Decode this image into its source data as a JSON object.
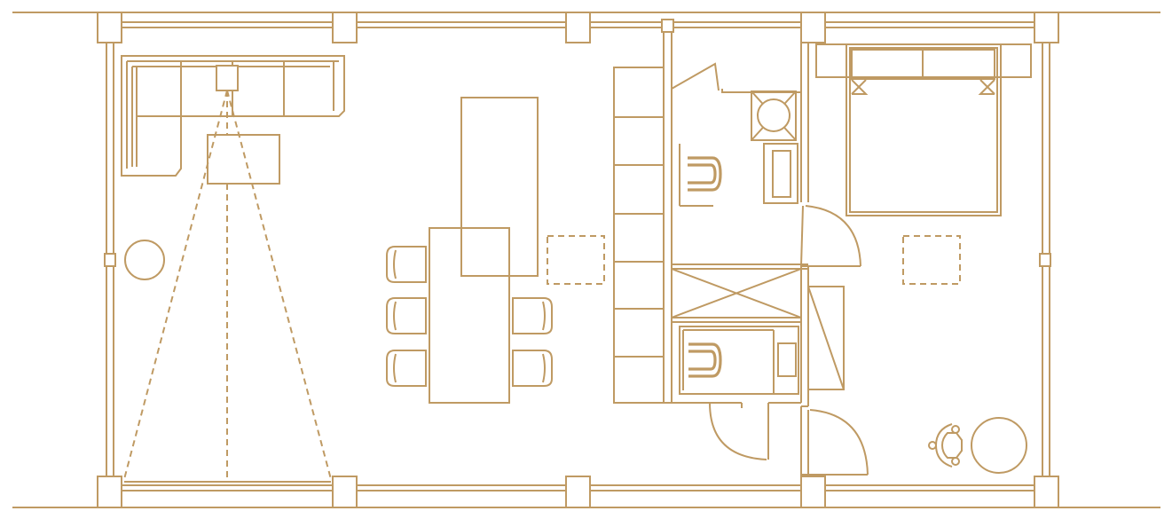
{
  "plan": {
    "stroke_color": "#bf9a63",
    "background": "#ffffff",
    "zones": [
      {
        "name": "living-area",
        "items": [
          "sofa-icon",
          "coffee-table-icon",
          "round-side-table-icon",
          "tv-projection-icon"
        ]
      },
      {
        "name": "dining-kitchen",
        "items": [
          "kitchen-island-icon",
          "dining-table-icon",
          "dining-chair-icon"
        ]
      },
      {
        "name": "service-core",
        "items": [
          "staircase-icon",
          "toilet-icon",
          "washbasin-icon",
          "shower-icon"
        ]
      },
      {
        "name": "bedroom",
        "items": [
          "double-bed-icon",
          "round-table-icon",
          "armchair-icon"
        ]
      }
    ]
  }
}
